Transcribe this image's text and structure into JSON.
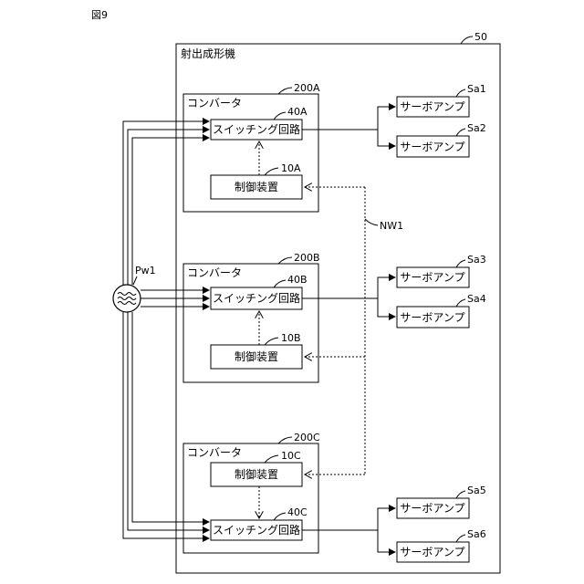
{
  "figure_label": "図9",
  "machine": {
    "ref": "50",
    "label": "射出成形機"
  },
  "power_source": {
    "ref": "Pw1"
  },
  "network": {
    "ref": "NW1"
  },
  "converters": [
    {
      "ref": "200A",
      "label": "コンバータ",
      "switch_ref": "40A",
      "switch_label": "スイッチング回路",
      "control_ref": "10A",
      "control_label": "制御装置"
    },
    {
      "ref": "200B",
      "label": "コンバータ",
      "switch_ref": "40B",
      "switch_label": "スイッチング回路",
      "control_ref": "10B",
      "control_label": "制御装置"
    },
    {
      "ref": "200C",
      "label": "コンバータ",
      "switch_ref": "40C",
      "switch_label": "スイッチング回路",
      "control_ref": "10C",
      "control_label": "制御装置"
    }
  ],
  "servo_amps": [
    {
      "ref": "Sa1",
      "label": "サーボアンプ"
    },
    {
      "ref": "Sa2",
      "label": "サーボアンプ"
    },
    {
      "ref": "Sa3",
      "label": "サーボアンプ"
    },
    {
      "ref": "Sa4",
      "label": "サーボアンプ"
    },
    {
      "ref": "Sa5",
      "label": "サーボアンプ"
    },
    {
      "ref": "Sa6",
      "label": "サーボアンプ"
    }
  ]
}
